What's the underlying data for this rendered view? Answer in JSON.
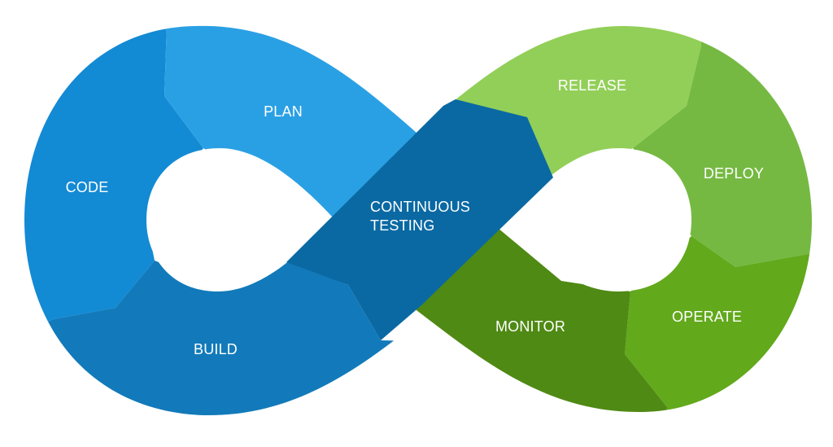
{
  "title": "DevOps infinity loop",
  "stages": {
    "plan": {
      "label": "PLAN",
      "color": "#2aa0e4"
    },
    "code": {
      "label": "CODE",
      "color": "#138ad4"
    },
    "build": {
      "label": "BUILD",
      "color": "#127aba"
    },
    "testing": {
      "label_line1": "CONTINUOUS",
      "label_line2": "TESTING",
      "color": "#0a69a3"
    },
    "release": {
      "label": "RELEASE",
      "color": "#92cf58"
    },
    "deploy": {
      "label": "DEPLOY",
      "color": "#75b942"
    },
    "operate": {
      "label": "OPERATE",
      "color": "#62a91c"
    },
    "monitor": {
      "label": "MONITOR",
      "color": "#4f8a14"
    }
  },
  "order": [
    "PLAN",
    "CODE",
    "BUILD",
    "CONTINUOUS TESTING",
    "RELEASE",
    "DEPLOY",
    "OPERATE",
    "MONITOR"
  ]
}
